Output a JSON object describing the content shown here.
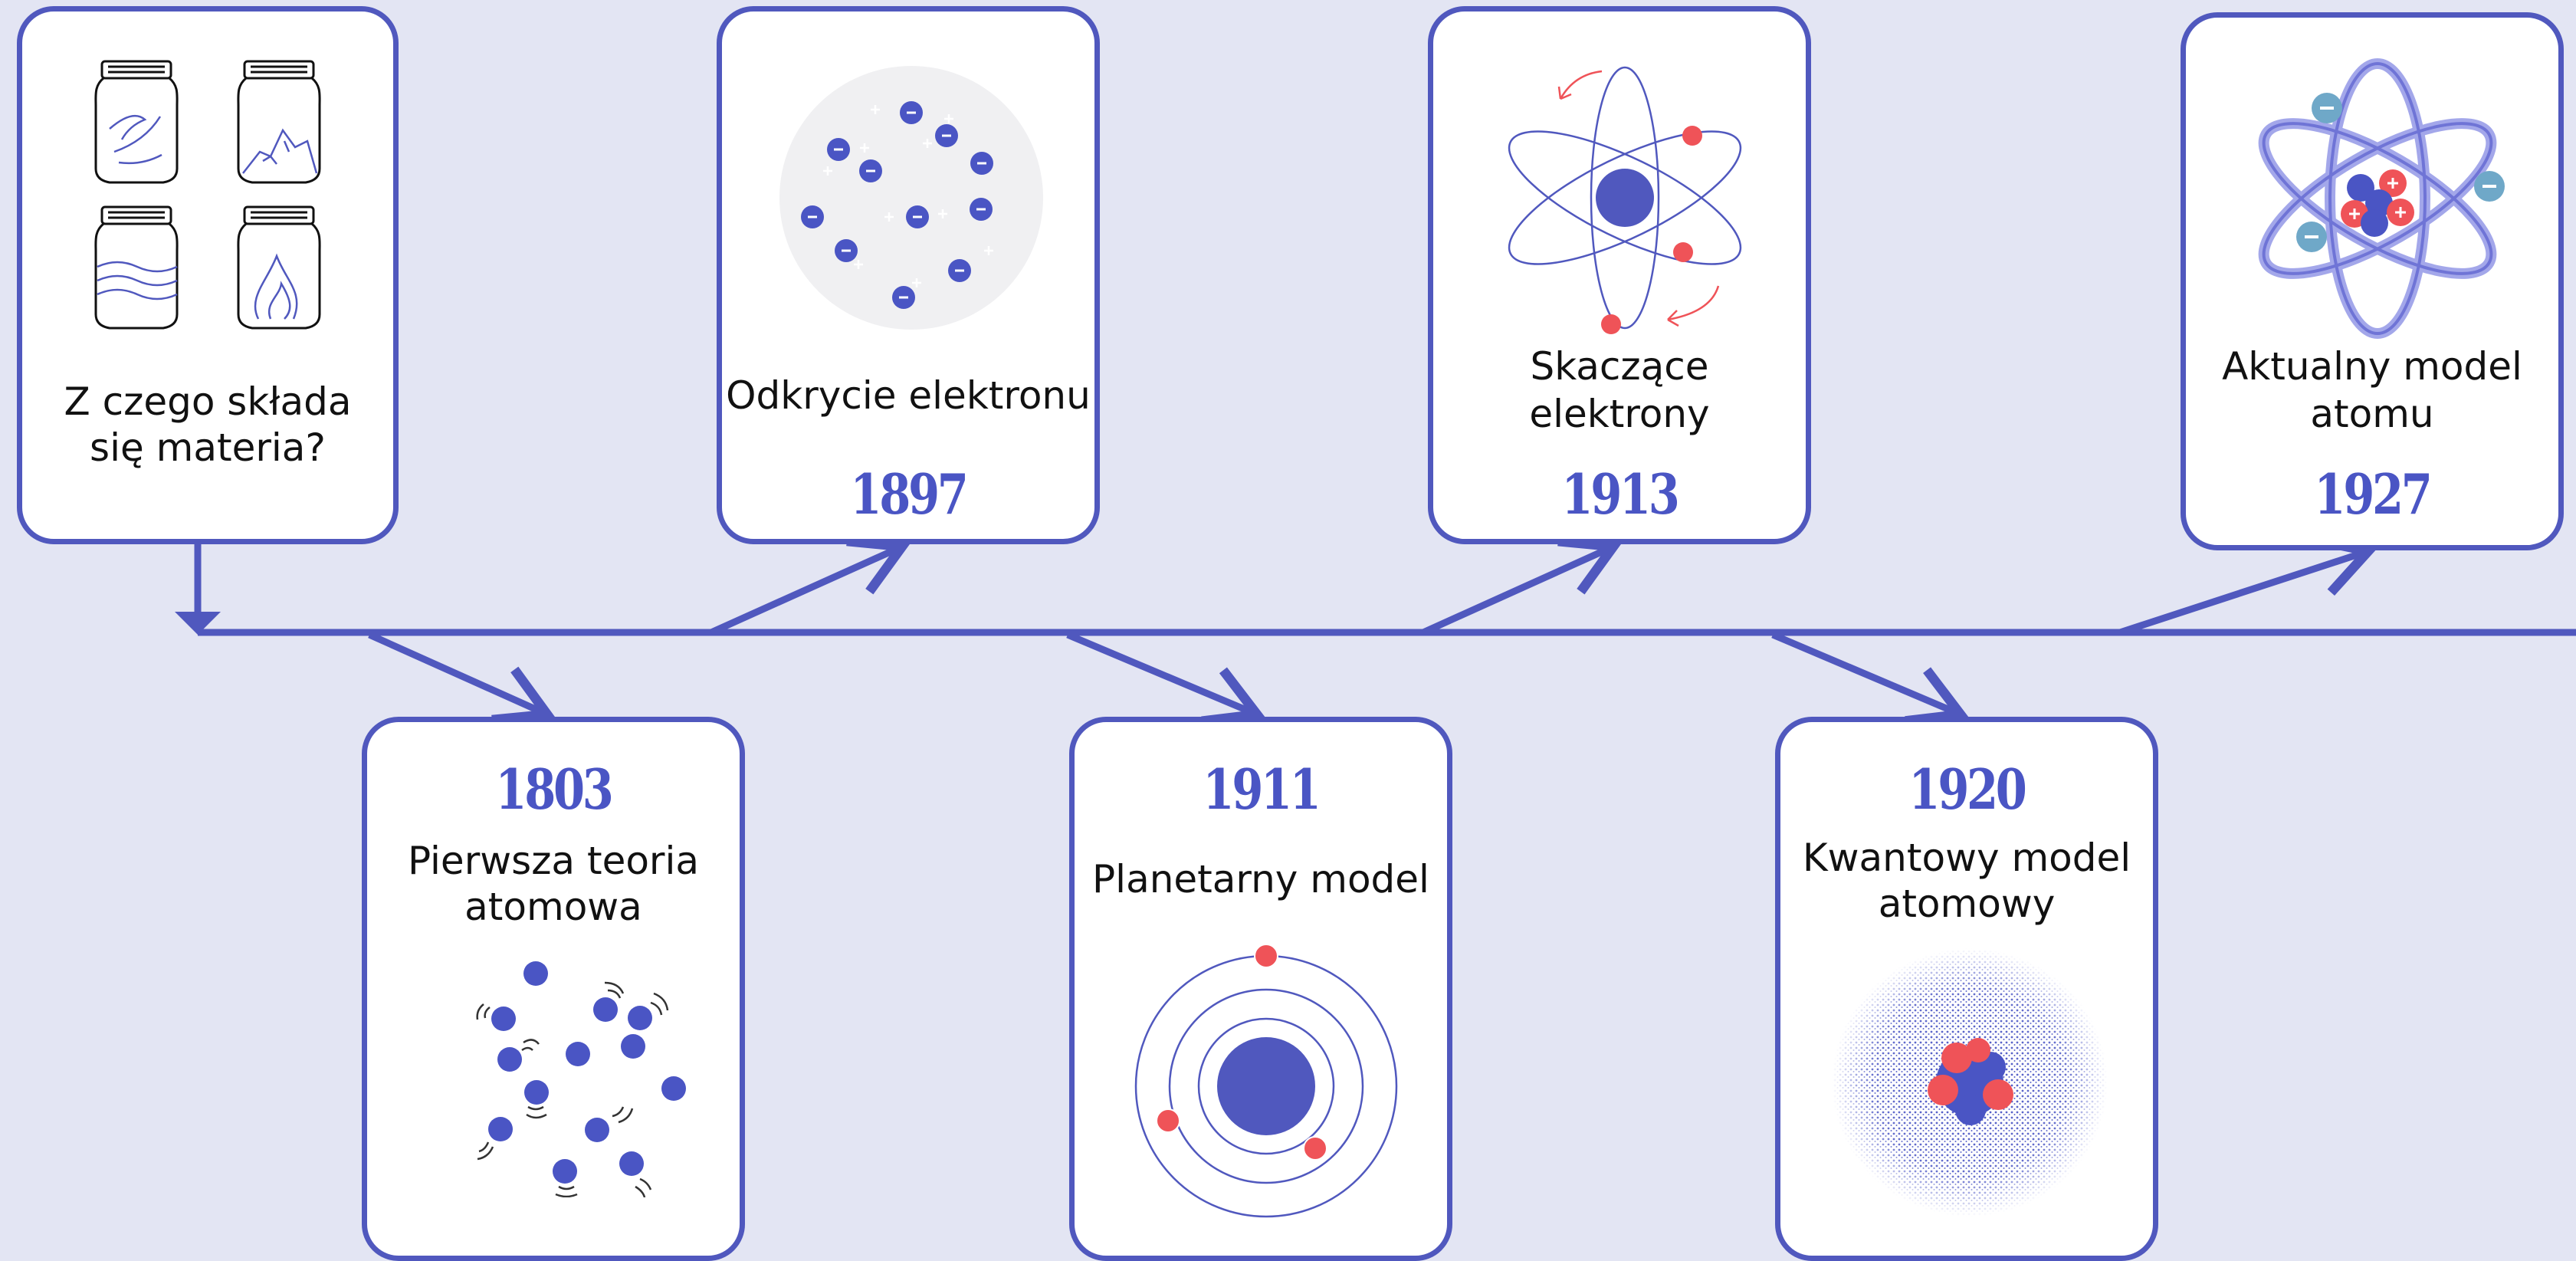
{
  "colors": {
    "background": "#e3e5f3",
    "accent": "#5058be",
    "electron_red": "#ef5358",
    "card_background": "#ffffff"
  },
  "timeline": {
    "start": {
      "title_line1": "Z czego składa",
      "title_line2": "się materia?",
      "icon": "four-jars-icon"
    },
    "events_top": [
      {
        "id": "1897",
        "year": "1897",
        "title_line1": "Odkrycie elektronu",
        "title_line2": "",
        "icon": "plum-pudding-icon"
      },
      {
        "id": "1913",
        "year": "1913",
        "title_line1": "Skaczące",
        "title_line2": "elektrony",
        "icon": "bohr-orbits-icon"
      },
      {
        "id": "1927",
        "year": "1927",
        "title_line1": "Aktualny model",
        "title_line2": "atomu",
        "icon": "modern-atom-icon"
      }
    ],
    "events_bottom": [
      {
        "id": "1803",
        "year": "1803",
        "title_line1": "Pierwsza teoria",
        "title_line2": "atomowa",
        "icon": "moving-particles-icon"
      },
      {
        "id": "1911",
        "year": "1911",
        "title_line1": "Planetarny model",
        "title_line2": "",
        "icon": "planetary-model-icon"
      },
      {
        "id": "1920",
        "year": "1920",
        "title_line1": "Kwantowy model",
        "title_line2": "atomowy",
        "icon": "electron-cloud-icon"
      }
    ]
  }
}
